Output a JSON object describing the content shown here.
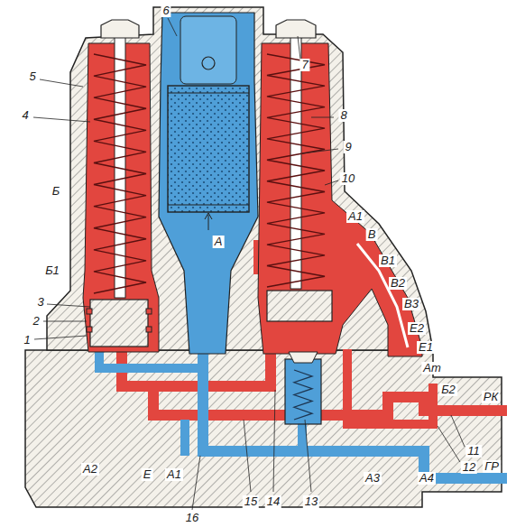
{
  "diagram": {
    "labels": [
      "6",
      "7",
      "5",
      "8",
      "4",
      "9",
      "10",
      "Б",
      "А1",
      "В",
      "Б1",
      "В1",
      "В2",
      "3",
      "В3",
      "Е2",
      "2",
      "Е1",
      "1",
      "Ат",
      "Б2",
      "А",
      "РК",
      "11",
      "12",
      "А2",
      "Е",
      "А1",
      "16",
      "15",
      "14",
      "13",
      "А3",
      "А4",
      "ГР"
    ]
  }
}
